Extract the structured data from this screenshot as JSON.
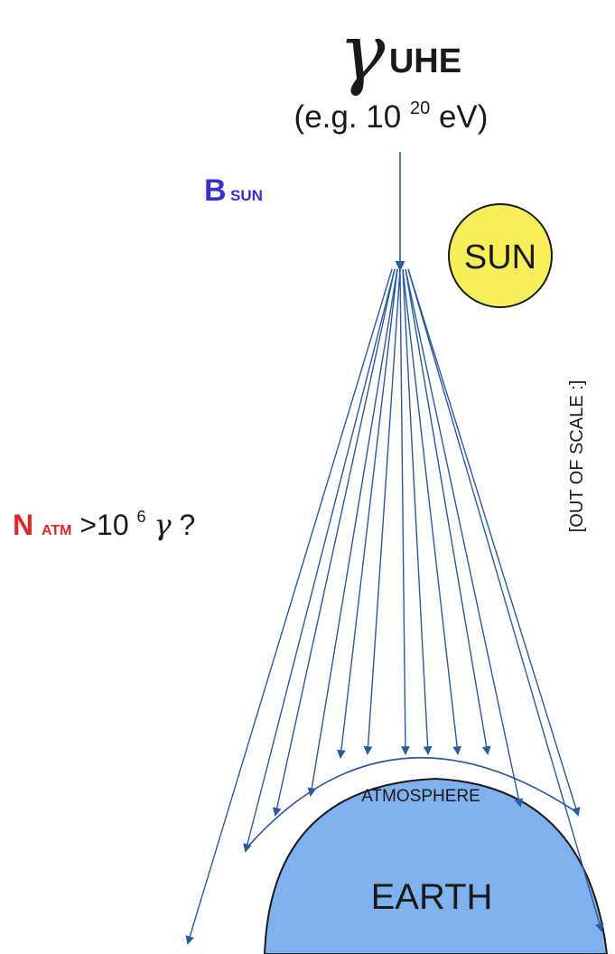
{
  "photon": {
    "symbol": "γ",
    "subscript": "UHE",
    "energy_prefix": "(e.g. 10",
    "energy_exponent": "20",
    "energy_suffix": "eV)"
  },
  "magnetic_field": {
    "main": "B",
    "subscript": "SUN"
  },
  "sun": {
    "label": "SUN",
    "fill_color": "#f7ef5a"
  },
  "cascade": {
    "n_main": "N",
    "n_subscript": "ATM",
    "relation": " >10",
    "exponent": "6",
    "gamma": " γ",
    "question": " ?"
  },
  "scale_note": "[OUT OF SCALE :]",
  "atmosphere": {
    "label": "ATMOSPHERE"
  },
  "earth": {
    "label": "EARTH",
    "fill_color": "#7fb1ef"
  },
  "colors": {
    "arrow": "#2b5a9e",
    "field_label": "#3a2fd0",
    "cascade_label": "#e0262c",
    "text": "#1a1a1a"
  }
}
